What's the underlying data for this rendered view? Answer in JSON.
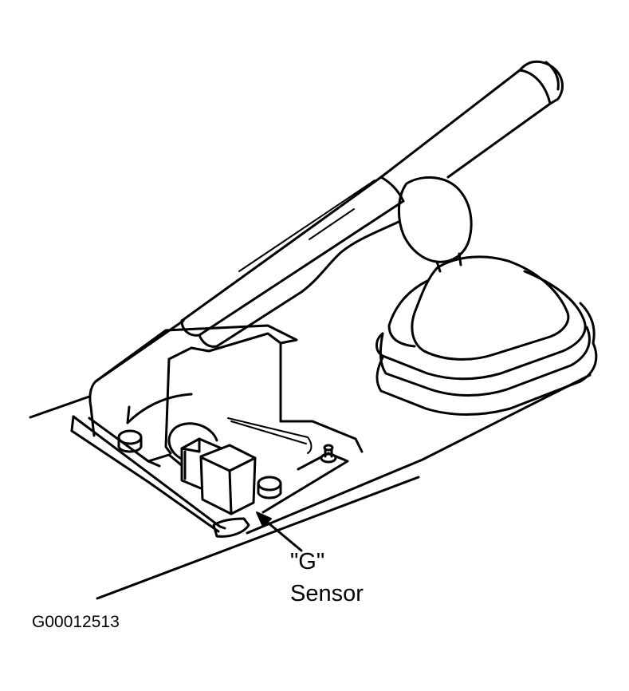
{
  "callout": {
    "line1": "\"G\"",
    "line2": "Sensor"
  },
  "figure_id": "G00012513",
  "colors": {
    "ink": "#000000",
    "background": "#ffffff"
  }
}
